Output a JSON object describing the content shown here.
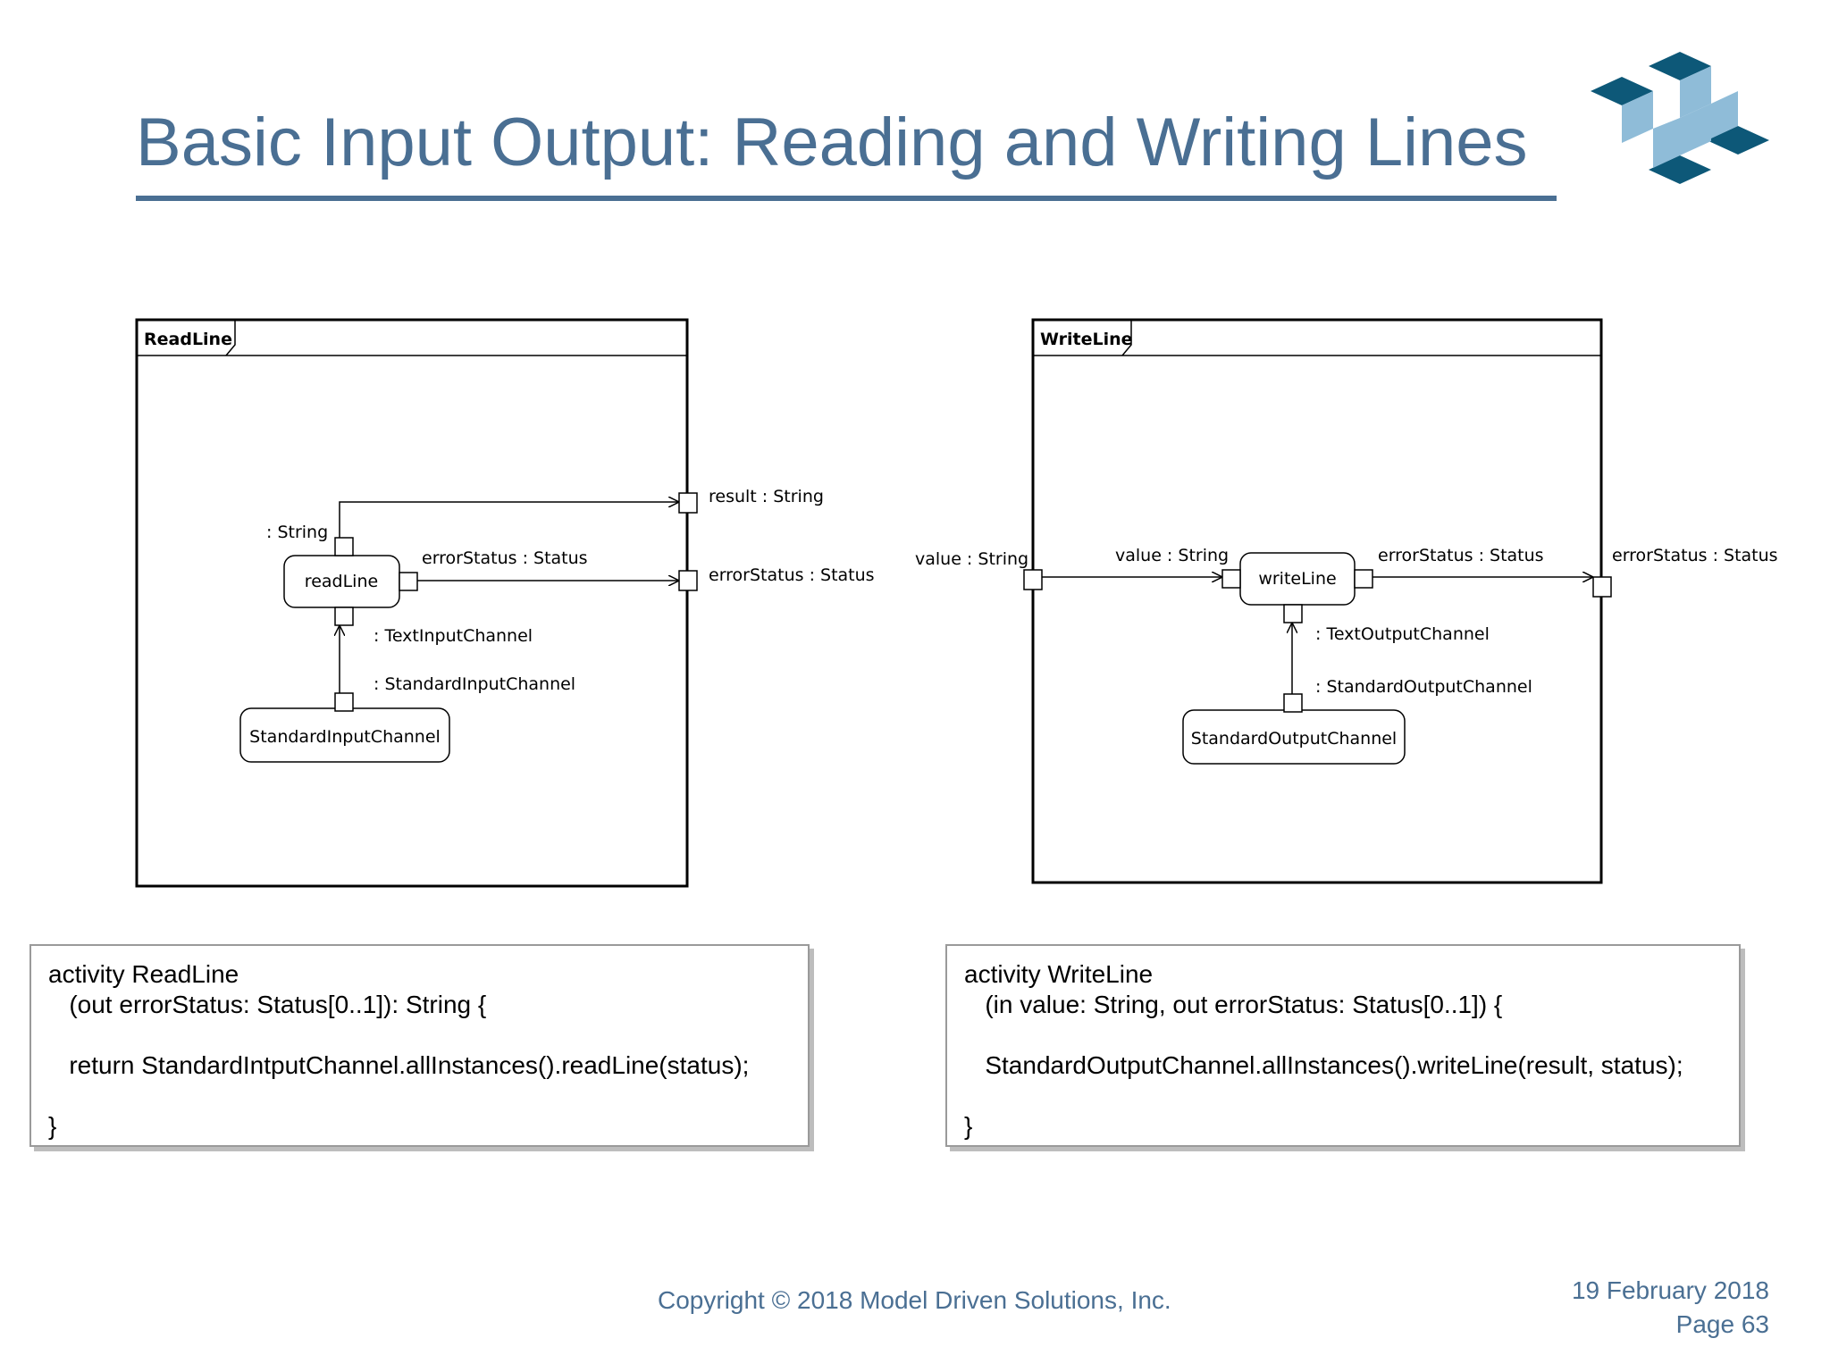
{
  "slide": {
    "title": "Basic Input Output: Reading and Writing Lines"
  },
  "diagrams": {
    "read_line": {
      "frame_name": "ReadLine",
      "action": "readLine",
      "source_action": "StandardInputChannel",
      "pin_output_type": ": String",
      "pin_error": "errorStatus : Status",
      "pin_target": ": TextInputChannel",
      "pin_source": ": StandardInputChannel",
      "param_result": "result : String",
      "param_error": "errorStatus : Status"
    },
    "write_line": {
      "frame_name": "WriteLine",
      "action": "writeLine",
      "source_action": "StandardOutputChannel",
      "param_value": "value : String",
      "pin_value": "value : String",
      "pin_error": "errorStatus : Status",
      "param_error": "errorStatus : Status",
      "pin_target": ": TextOutputChannel",
      "pin_source": ": StandardOutputChannel"
    }
  },
  "code": {
    "read_line": [
      "activity ReadLine",
      "   (out errorStatus: Status[0..1]): String {",
      "",
      "   return StandardIntputChannel.allInstances().readLine(status);",
      "",
      "}"
    ],
    "write_line": [
      "activity WriteLine",
      "   (in value: String, out errorStatus: Status[0..1]) {",
      "",
      "   StandardOutputChannel.allInstances().writeLine(result, status);",
      "",
      "}"
    ]
  },
  "footer": {
    "copyright": "Copyright © 2018 Model Driven Solutions, Inc.",
    "date": "19 February 2018",
    "page": "Page 63"
  },
  "colors": {
    "title": "#4a6f93",
    "logo_dark": "#0d5878",
    "logo_light": "#8fbcd8"
  }
}
